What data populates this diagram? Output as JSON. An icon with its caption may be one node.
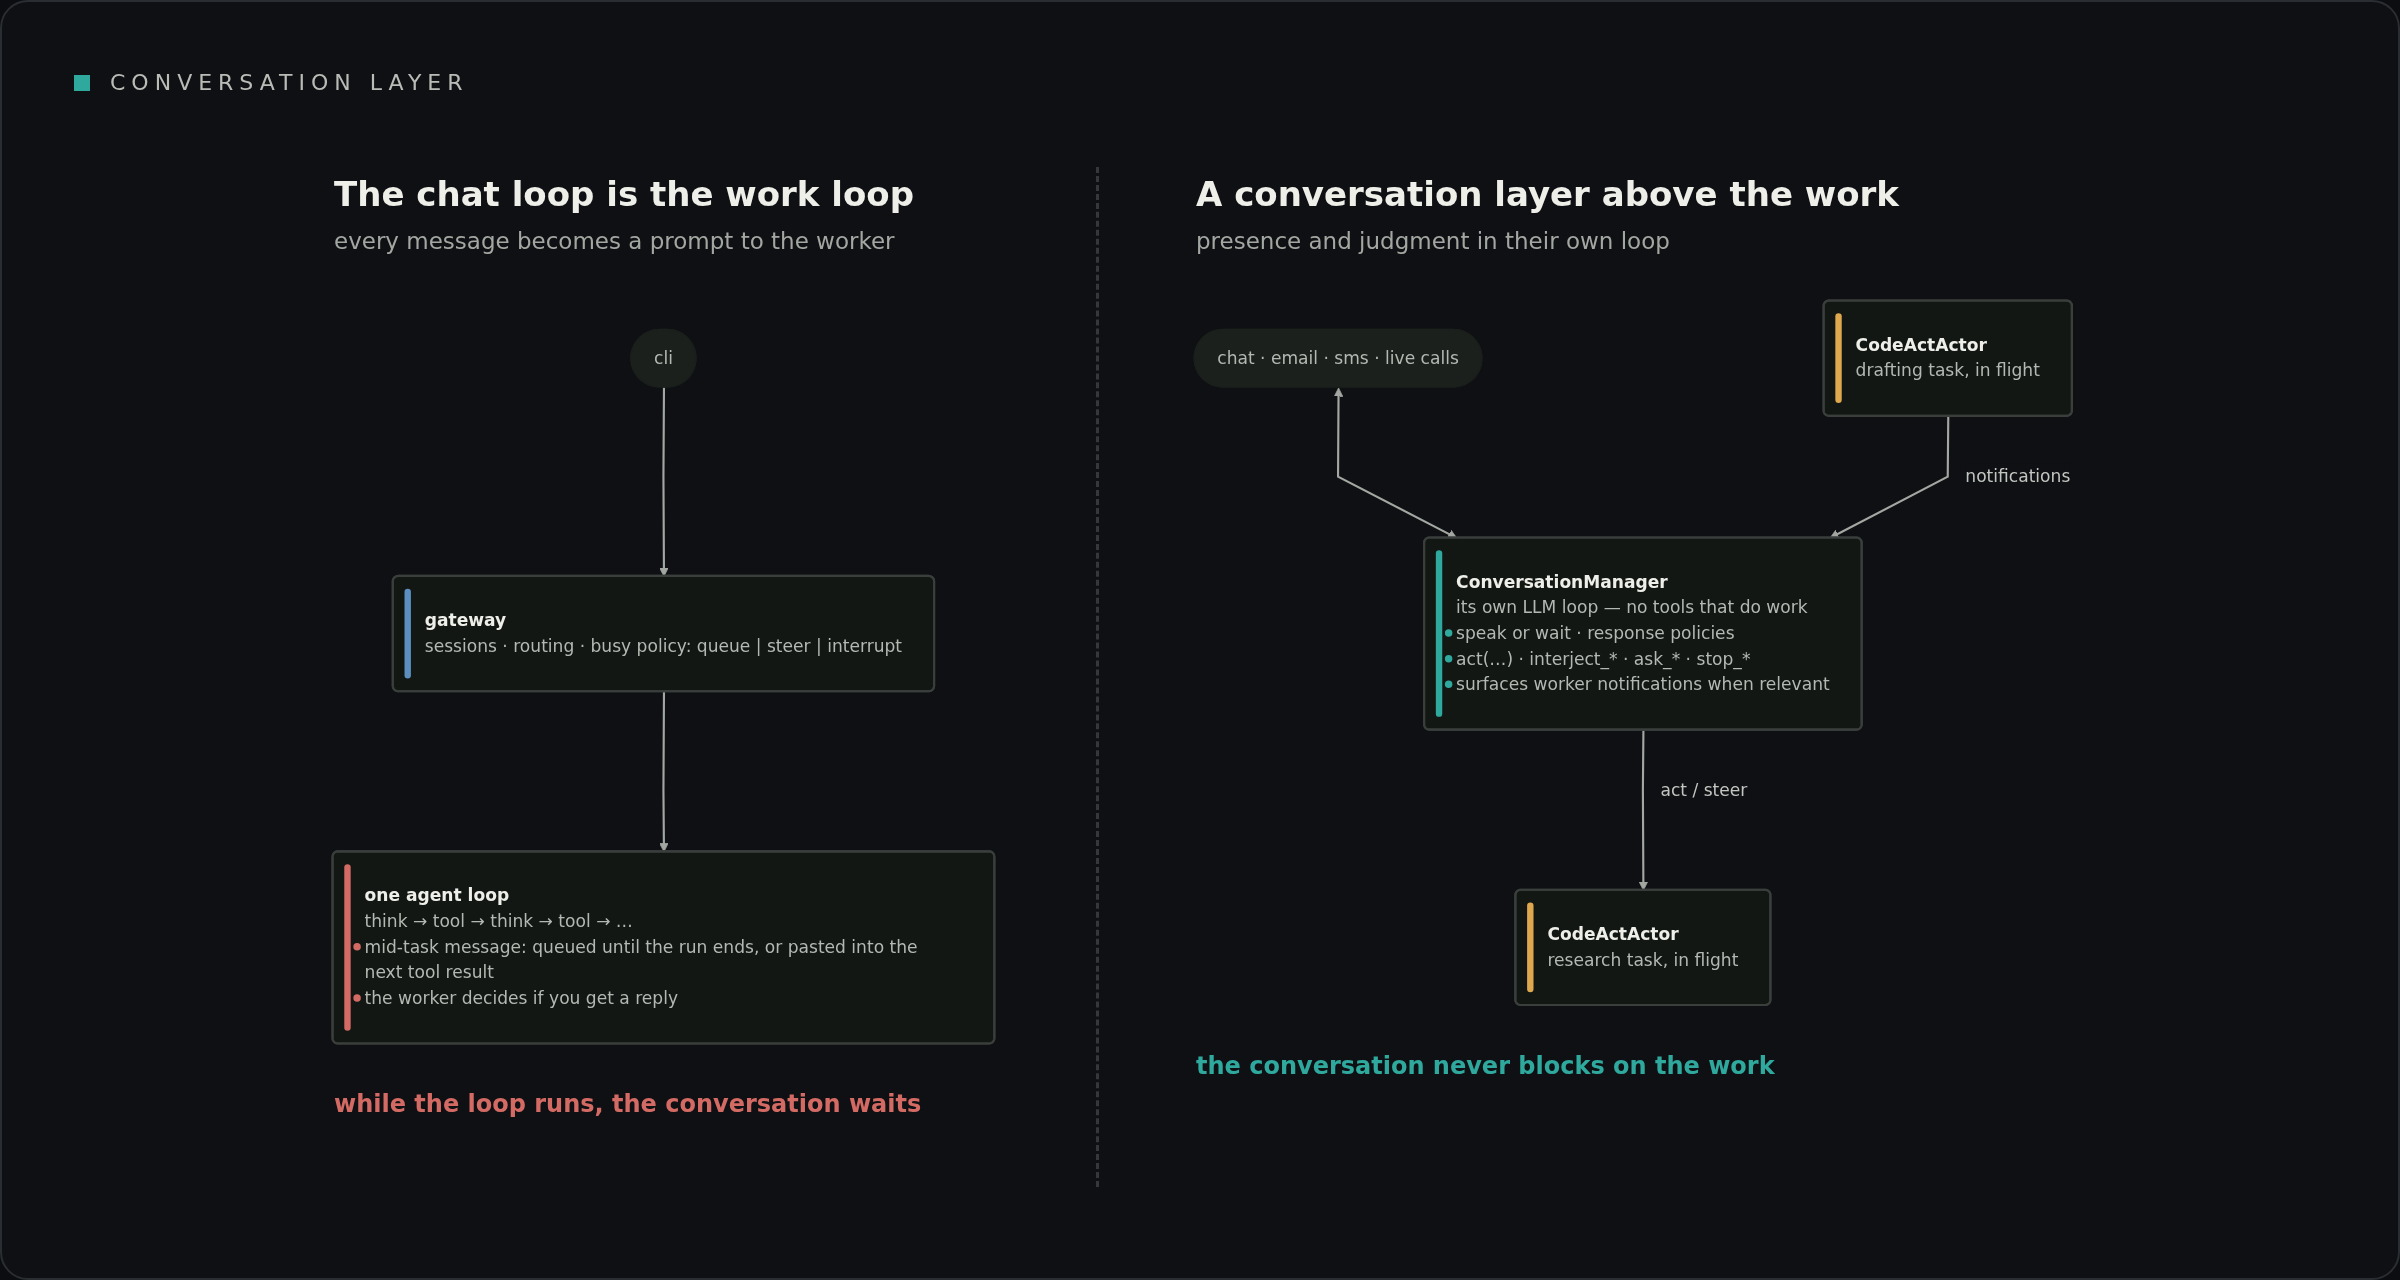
{
  "diagram": {
    "title": "CONVERSATION LAYER",
    "nodes": [
      {
        "text": [
          "cli"
        ]
      },
      {
        "text": [
          "gateway",
          "sessions · routing · busy policy: queue | steer | interrupt"
        ]
      },
      {
        "text": [
          "one agent loop",
          "think → tool → think → tool → …",
          "mid-task message: queued until the run ends, or pasted into the next tool result",
          "the worker decides if you get a reply"
        ]
      },
      {
        "text": [
          "chat · email · sms · live calls"
        ]
      },
      {
        "text": [
          "ConversationManager",
          "its own LLM loop — no tools that do work",
          "speak or wait · response policies",
          "act(…) · interject_* · ask_* · stop_*",
          "surfaces worker notifications when relevant"
        ]
      },
      {
        "text": [
          "CodeActActor",
          "research task, in flight"
        ]
      },
      {
        "text": [
          "CodeActActor",
          "drafting task, in flight"
        ]
      }
    ],
    "edges": [
      {
        "from": 0,
        "to": 1,
        "arrow": "to"
      },
      {
        "from": 1,
        "to": 2,
        "arrow": "to"
      },
      {
        "from": 3,
        "to": 4,
        "arrow": "both"
      },
      {
        "from": 4,
        "to": 5,
        "arrow": "to",
        "label": "act / steer"
      },
      {
        "from": 6,
        "to": 4,
        "arrow": "to",
        "label": "notifications"
      }
    ],
    "labels": [
      "The chat loop is the work loop",
      "every message becomes a prompt to the worker",
      "while the loop runs, the conversation waits",
      "A conversation layer above the work",
      "presence and judgment in their own loop",
      "the conversation never blocks on the work"
    ]
  }
}
